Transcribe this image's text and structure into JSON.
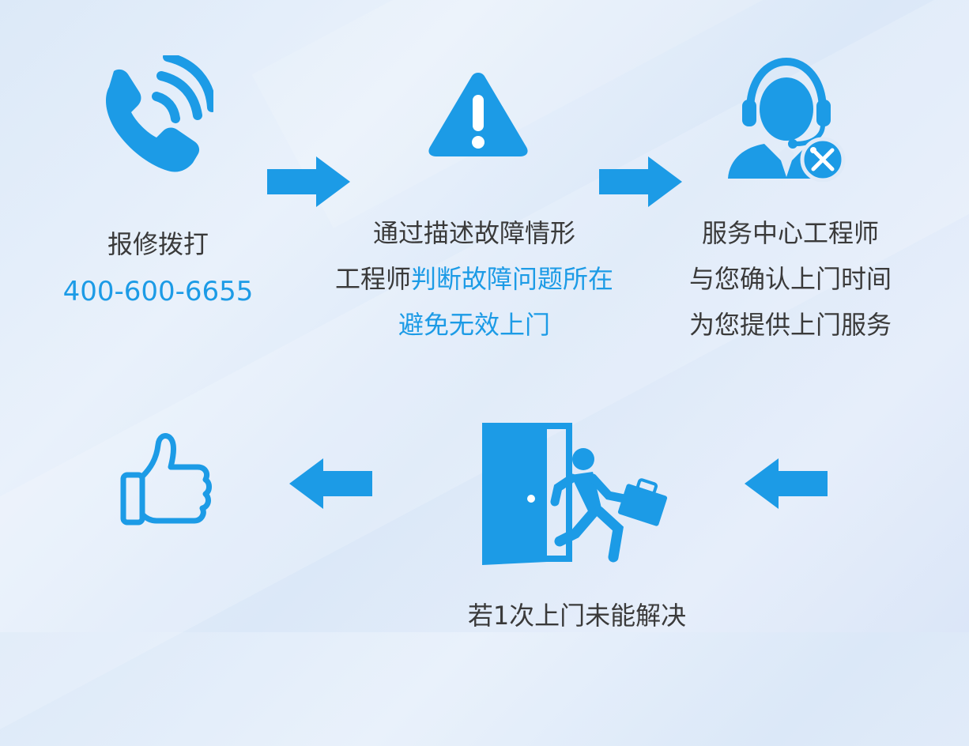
{
  "colors": {
    "accent": "#1c9be6",
    "text": "#3a3a3a"
  },
  "step1": {
    "icon": "phone-icon",
    "title": "报修拨打",
    "phone": "400-600-6655"
  },
  "step2": {
    "icon": "warning-icon",
    "line1": "通过描述故障情形",
    "line2_a": "工程师",
    "line2_b": "判断故障问题所在",
    "line3": "避免无效上门"
  },
  "step3": {
    "icon": "support-engineer-icon",
    "line1": "服务中心工程师",
    "line2": "与您确认上门时间",
    "line3": "为您提供上门服务"
  },
  "step4": {
    "icon": "person-exit-door-icon",
    "line1": "若1次上门未能解决"
  },
  "step5": {
    "icon": "thumbs-up-icon"
  },
  "arrows": [
    "arrow-right-icon",
    "arrow-right-icon",
    "arrow-left-icon",
    "arrow-left-icon"
  ]
}
